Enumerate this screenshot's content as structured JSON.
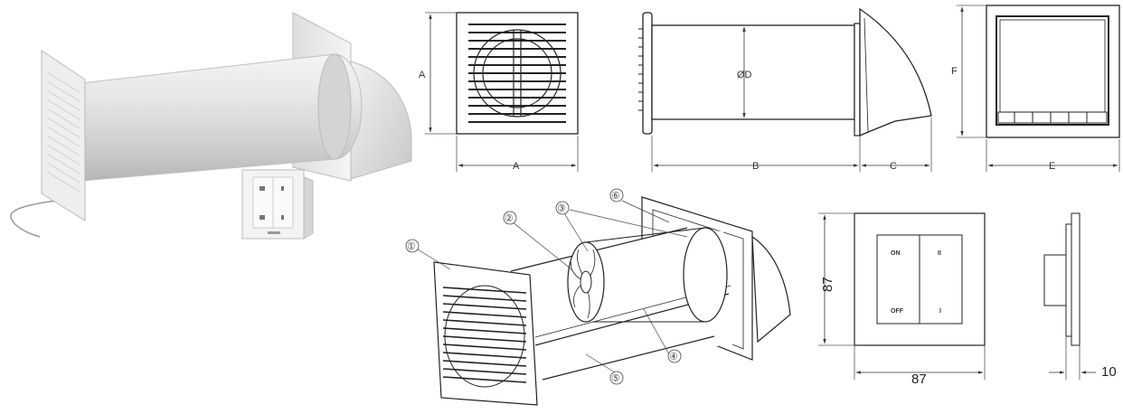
{
  "dimension_labels": {
    "front_height": "A",
    "front_width": "A",
    "tube_diameter": "ØD",
    "tube_length": "B",
    "hood_depth": "C",
    "rear_height": "F",
    "rear_width": "E",
    "switch_height": "87",
    "switch_width": "87",
    "switch_depth": "10"
  },
  "switch_panel": {
    "on": "ON",
    "off": "OFF",
    "speed_high": "II",
    "speed_low": "I"
  },
  "part_callouts": [
    "①",
    "②",
    "③",
    "④",
    "⑤",
    "⑥"
  ]
}
